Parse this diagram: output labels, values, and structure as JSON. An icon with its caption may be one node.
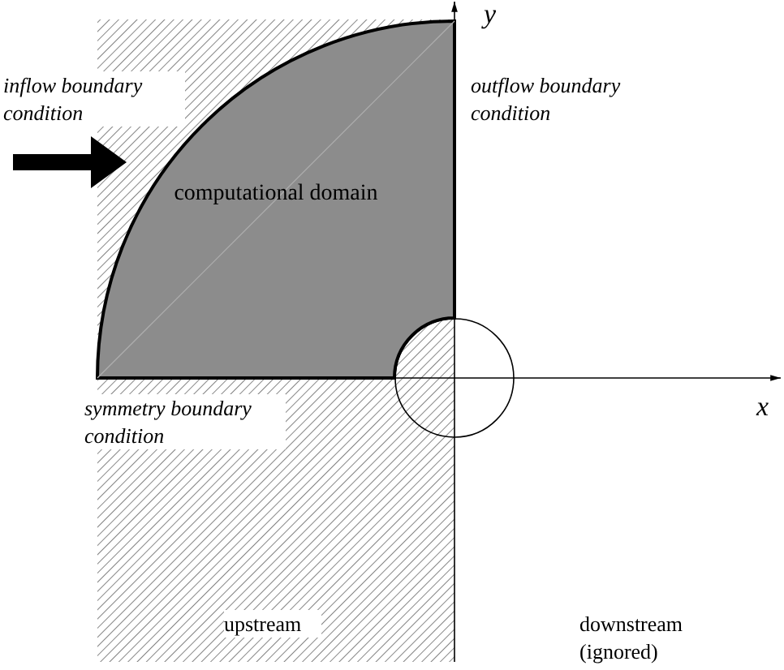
{
  "diagram": {
    "nodes": [
      {
        "text": [
          "computational domain"
        ]
      },
      {
        "text": [],
        "shape": "circle"
      }
    ],
    "labels": [
      "y",
      "inflow boundary condition",
      "outflow boundary condition",
      "symmetry boundary condition",
      "x",
      "upstream",
      "downstream (ignored)"
    ]
  }
}
